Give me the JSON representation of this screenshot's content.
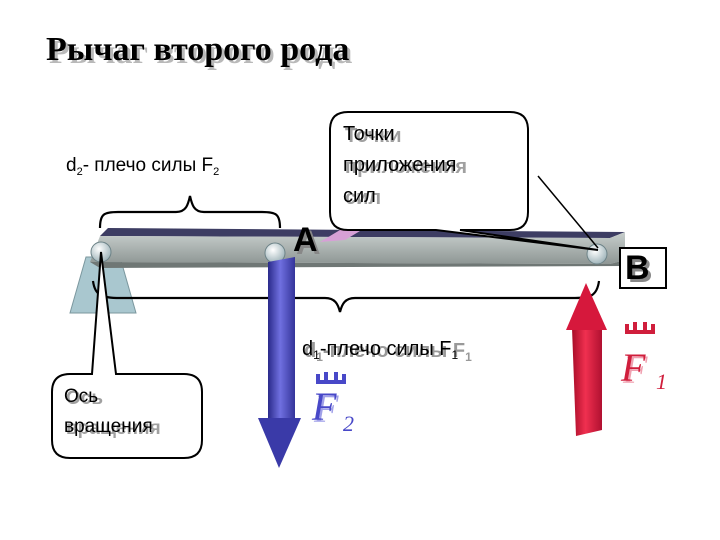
{
  "title": "Рычаг второго рода",
  "labels": {
    "d2_prefix": "d",
    "d2_sub": "2",
    "d2_text": "- плечо силы F",
    "d2_force_sub": "2",
    "d1_prefix": "d",
    "d1_sub": "1",
    "d1_text": "-плечо силы F",
    "d1_force_sub": "1",
    "point_a": "A",
    "point_b": "B",
    "f1_letter": "F",
    "f1_sub": "1",
    "f2_letter": "F",
    "f2_sub": "2"
  },
  "callouts": {
    "application_points": [
      "Точки",
      "приложения",
      "сил"
    ],
    "rotation_axis": [
      "Ось",
      "вращения"
    ]
  },
  "colors": {
    "title": "#000000",
    "force_f1": "#d6183c",
    "force_f2": "#4a4ab8",
    "vector_f1": "#d01e3c",
    "vector_f2": "#4848c8",
    "support": "#a9c7cf",
    "lever_top": "#3d3d63",
    "lever_body": "#9fa8a6"
  }
}
